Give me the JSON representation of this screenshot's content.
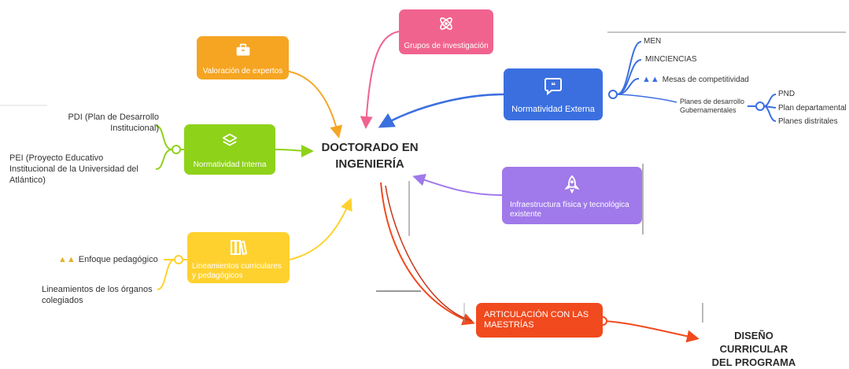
{
  "center": {
    "line1": "DOCTORADO EN",
    "line2": "INGENIERÍA"
  },
  "nodes": {
    "grupos": {
      "label": "Grupos de investigación",
      "color": "#f0638f",
      "icon": "atom-icon"
    },
    "valoracion": {
      "label": "Valoración de expertos",
      "color": "#f5a522",
      "icon": "briefcase-icon"
    },
    "normatividad_externa": {
      "label": "Normatividad Externa",
      "color": "#3b6fe0",
      "icon": "quote-icon"
    },
    "normatividad_interna": {
      "label": "Normatividad Interna",
      "color": "#8ed21a",
      "icon": "layers-icon"
    },
    "infraestructura": {
      "label": "Infraestructura física y tecnológica existente",
      "color": "#a079ea",
      "icon": "rocket-icon"
    },
    "lineamientos": {
      "label": "Lineamientos curriculares y pedagógicos",
      "color": "#ffd12e",
      "icon": "books-icon"
    },
    "articulacion": {
      "label": "ARTICULACIÓN CON LAS MAESTRÍAS",
      "color": "#f04a1e"
    }
  },
  "externa_children": {
    "men": "MEN",
    "minciencias": "MINCIENCIAS",
    "mesas": "Mesas de competitividad",
    "planes_line1": "Planes de desarrollo",
    "planes_line2": "Gubernamentales",
    "pnd": "PND",
    "plan_departamental": "Plan departamental",
    "planes_distritales": "Planes distritales"
  },
  "interna_children": {
    "pdi_line1": "PDI (Plan de Desarrollo",
    "pdi_line2": "Institucional)",
    "pei_line1": "PEI (Proyecto Educativo",
    "pei_line2": "Institucional de la Universidad del",
    "pei_line3": "Atlántico)"
  },
  "lineamientos_children": {
    "enfoque": "Enfoque pedagógico",
    "organos_line1": "Lineamientos de los órganos",
    "organos_line2": "colegiados"
  },
  "final": {
    "line1": "DISEÑO CURRICULAR",
    "line2": "DEL PROGRAMA"
  }
}
